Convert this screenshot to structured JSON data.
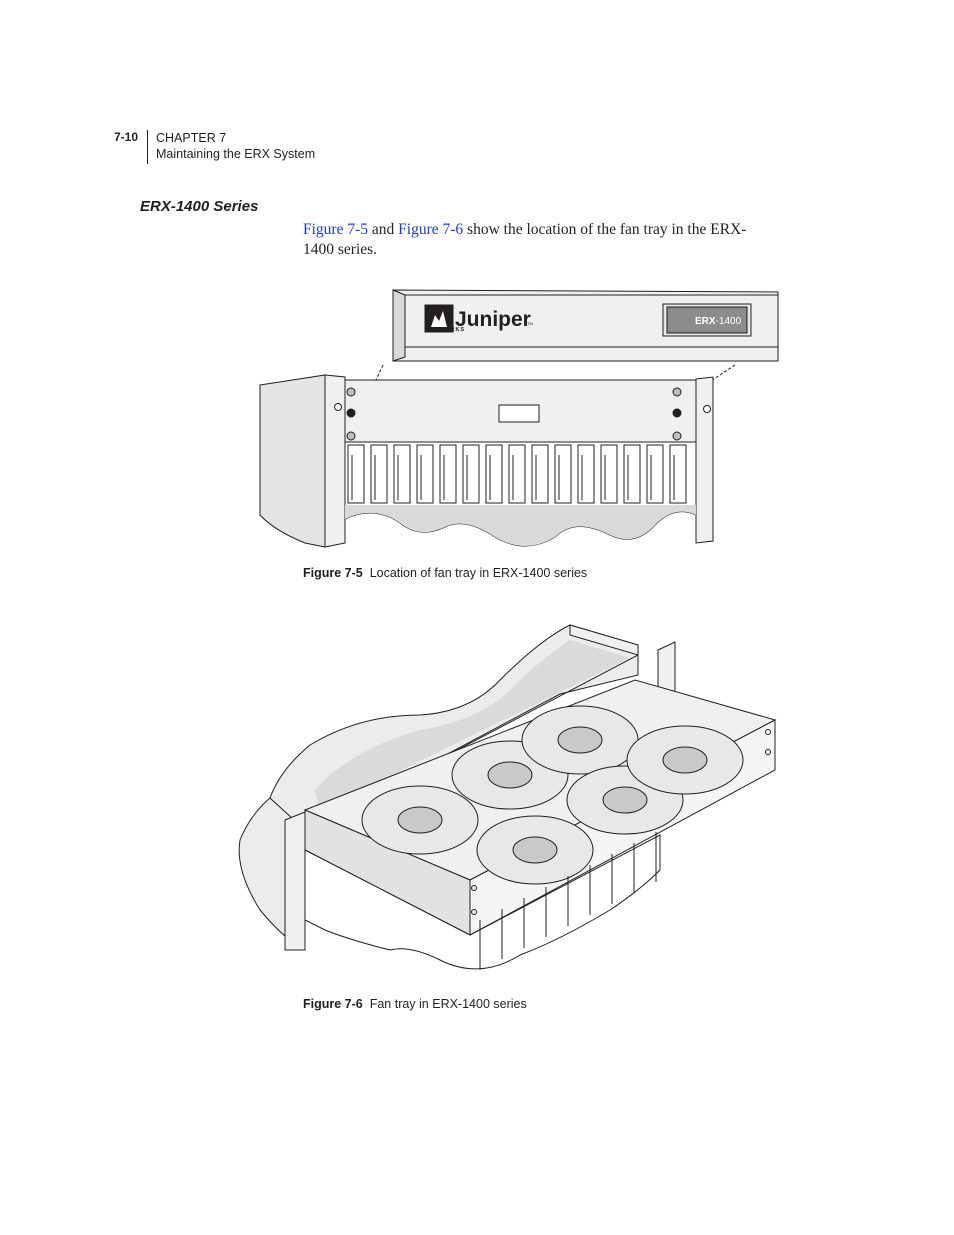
{
  "header": {
    "page_number": "7-10",
    "chapter": "CHAPTER 7",
    "chapter_title": "Maintaining the ERX System"
  },
  "section": {
    "title": "ERX-1400 Series"
  },
  "body": {
    "link1": "Figure 7-5",
    "text1": " and ",
    "link2": "Figure 7-6",
    "text2": " show the location of the fan tray in the ERX-1400 series."
  },
  "figure1": {
    "brand": "Juniper",
    "brand_sub": "NETWORKS",
    "tm": "TM",
    "model_bold": "ERX",
    "model_rest": "-1400",
    "caption_label": "Figure 7-5",
    "caption_text": "Location of fan tray in ERX-1400 series"
  },
  "figure2": {
    "caption_label": "Figure 7-6",
    "caption_text": "Fan tray in ERX-1400 series"
  },
  "colors": {
    "link": "#1a3bd6",
    "line": "#231f20",
    "panel": "#f0f0ef",
    "shade": "#d9d9d9"
  }
}
